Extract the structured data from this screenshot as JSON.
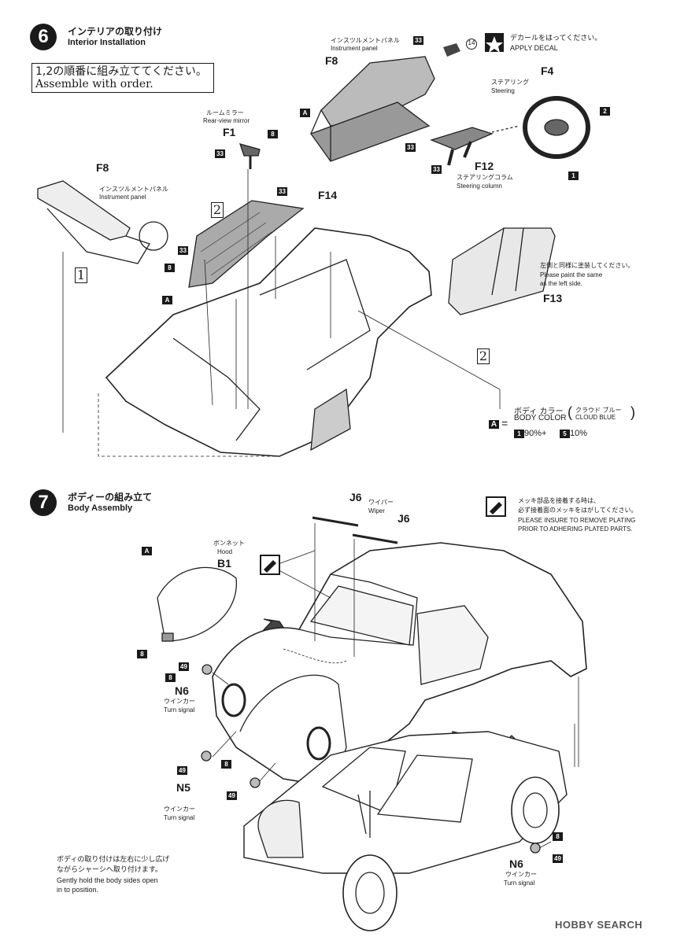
{
  "step6": {
    "number": "6",
    "title_jp": "インテリアの取り付け",
    "title_en": "Interior Installation",
    "order_jp": "1,2の順番に組み立ててください。",
    "order_en": "Assemble with order.",
    "labels": {
      "instrument_panel_jp": "インスツルメントパネル",
      "instrument_panel_en": "Instrument panel",
      "rearview_jp": "ルームミラー",
      "rearview_en": "Rear-view mirror",
      "steering_jp": "ステアリング",
      "steering_en": "Steering",
      "column_jp": "ステアリングコラム",
      "column_en": "Steering column",
      "decal_jp": "デカールをはってください。",
      "decal_en": "APPLY DECAL",
      "decal_num": "14",
      "paint_jp": "左側と同様に塗装してください。",
      "paint_en1": "Please paint the same",
      "paint_en2": "as the left side."
    },
    "parts": {
      "f8": "F8",
      "f4": "F4",
      "f1": "F1",
      "f12": "F12",
      "f14": "F14",
      "f13": "F13"
    },
    "color_codes": {
      "c33": "33",
      "c8": "8",
      "c2": "2",
      "c1": "1",
      "ca": "A",
      "c5": "5"
    },
    "order_marks": {
      "one": "1",
      "two": "2"
    },
    "body_color": {
      "jp": "ボディ カラー",
      "en": "BODY COLOR",
      "sub_jp": "クラウド ブルー",
      "sub_en": "CLOUD BLUE",
      "eq": "=",
      "p1": "90%+",
      "p2": "10%"
    }
  },
  "step7": {
    "number": "7",
    "title_jp": "ボディーの組み立て",
    "title_en": "Body Assembly",
    "plating_jp1": "メッキ部品を接着する時は、",
    "plating_jp2": "必ず接着面のメッキをはがしてください。",
    "plating_en1": "PLEASE INSURE TO REMOVE PLATING",
    "plating_en2": "PRIOR TO ADHERING PLATED PARTS.",
    "wiper_jp": "ワイパー",
    "wiper_en": "Wiper",
    "hood_jp": "ボンネット",
    "hood_en": "Hood",
    "turn_jp": "ウインカー",
    "turn_en": "Turn signal",
    "parts": {
      "j6": "J6",
      "b1": "B1",
      "n6": "N6",
      "n5": "N5"
    },
    "codes": {
      "a": "A",
      "c8": "8",
      "c49": "49"
    },
    "hold_jp1": "ボディの取り付けは左右に少し広げ",
    "hold_jp2": "ながらシャーシへ取り付けます。",
    "hold_en1": "Gently hold the body sides open",
    "hold_en2": "in to position."
  },
  "watermark": "HOBBY SEARCH"
}
